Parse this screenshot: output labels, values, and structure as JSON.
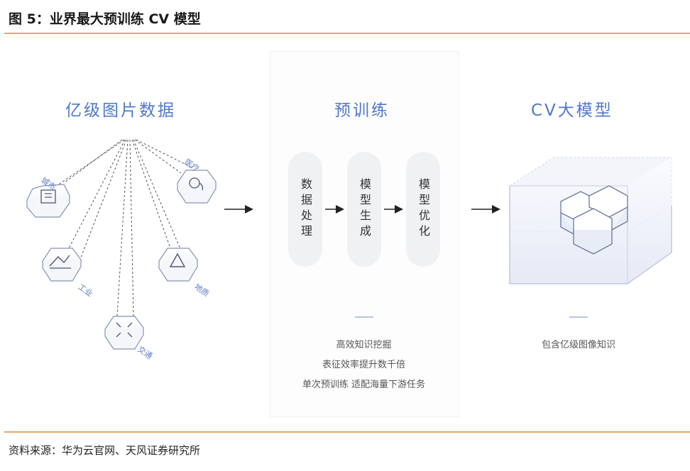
{
  "header": {
    "title": "图 5：业界最大预训练 CV 模型"
  },
  "sections": {
    "images": {
      "title": "亿级图片数据"
    },
    "pretrain": {
      "title": "预训练"
    },
    "model": {
      "title": "CV大模型"
    }
  },
  "categories": [
    {
      "label": "城市",
      "icon": "city-icon"
    },
    {
      "label": "医疗",
      "icon": "medical-icon"
    },
    {
      "label": "工业",
      "icon": "industry-icon"
    },
    {
      "label": "地质",
      "icon": "geology-icon"
    },
    {
      "label": "交通",
      "icon": "traffic-icon"
    }
  ],
  "steps": [
    {
      "label": "数据处理"
    },
    {
      "label": "模型生成"
    },
    {
      "label": "模型优化"
    }
  ],
  "pretrain_features": [
    "高效知识挖掘",
    "表征效率提升数千倍",
    "单次预训练 适配海量下游任务"
  ],
  "model_features": [
    "包含亿级图像知识"
  ],
  "colors": {
    "accent_blue": "#4f77ce",
    "rule_orange": "#e8a56a",
    "pill_gray": "#f0f1f3"
  },
  "footer": {
    "source": "资料来源：华为云官网、天风证券研究所"
  }
}
